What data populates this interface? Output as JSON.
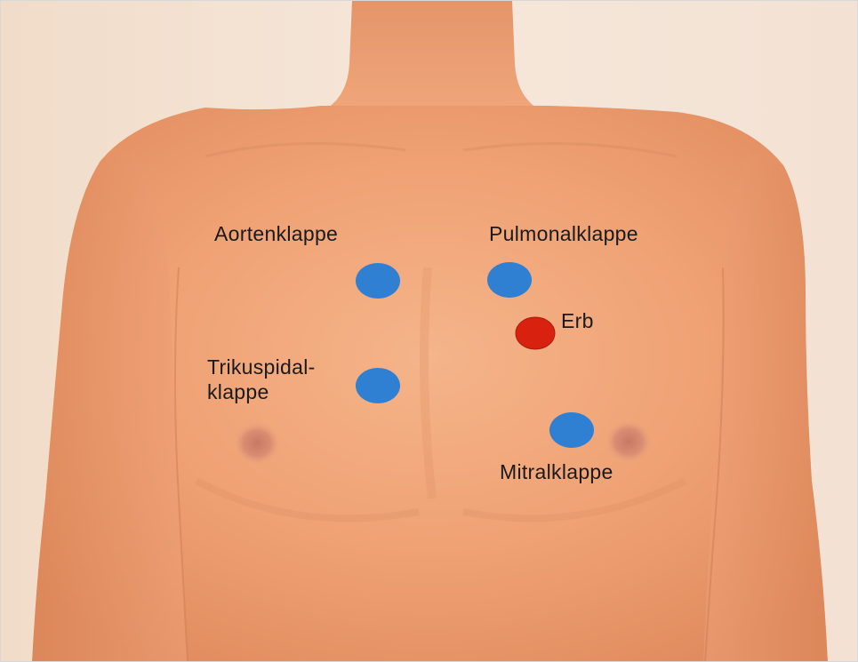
{
  "figure": {
    "labels": {
      "aortic": "Aortenklappe",
      "pulmonary": "Pulmonalklappe",
      "erb": "Erb",
      "tricuspid_line1": "Trikuspidal-",
      "tricuspid_line2": "klappe",
      "mitral": "Mitralklappe"
    },
    "colors": {
      "valve_marker": "#2f7fd2",
      "erb_marker": "#d8220f",
      "background_wall": "#f4e3d3",
      "skin": "#f0a477",
      "label_text": "#1a1a1a"
    }
  }
}
